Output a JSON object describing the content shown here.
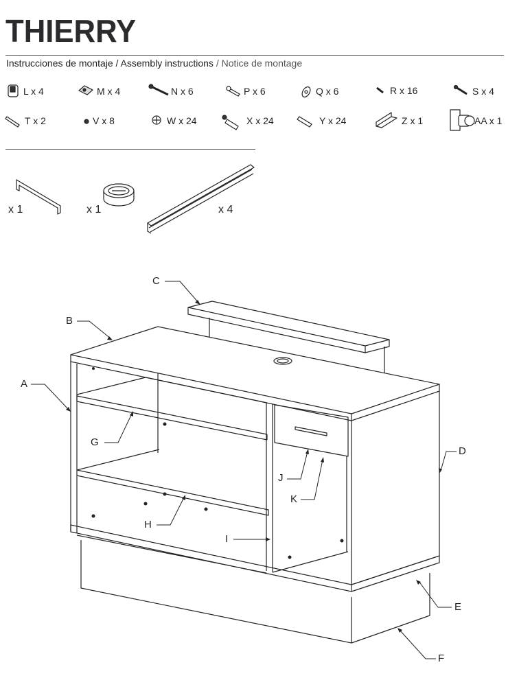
{
  "header": {
    "title": "THIERRY",
    "subtitle_es": "Instrucciones de montaje",
    "subtitle_en": "Assembly instructions",
    "subtitle_fr": "Notice de montage",
    "separator": " / "
  },
  "hardware": [
    {
      "id": "L",
      "label": "L x 4",
      "icon": "cam-lock-icon"
    },
    {
      "id": "M",
      "label": "M x 4",
      "icon": "bracket-icon"
    },
    {
      "id": "N",
      "label": "N x 6",
      "icon": "long-screw-icon"
    },
    {
      "id": "P",
      "label": "P x 6",
      "icon": "bolt-icon"
    },
    {
      "id": "Q",
      "label": "Q x 6",
      "icon": "washer-icon"
    },
    {
      "id": "R",
      "label": "R x 16",
      "icon": "short-screw-icon"
    },
    {
      "id": "S",
      "label": "S x 4",
      "icon": "screw-icon"
    },
    {
      "id": "T",
      "label": "T x 2",
      "icon": "handle-screw-icon"
    },
    {
      "id": "V",
      "label": "V x 8",
      "icon": "cap-icon"
    },
    {
      "id": "W",
      "label": "W x 24",
      "icon": "cam-icon"
    },
    {
      "id": "X",
      "label": "X x 24",
      "icon": "cam-pin-icon"
    },
    {
      "id": "Y",
      "label": "Y x 24",
      "icon": "dowel-icon"
    },
    {
      "id": "Z",
      "label": "Z x 1",
      "icon": "angle-bracket-icon"
    },
    {
      "id": "AA",
      "label": "AA x 1",
      "icon": "lock-icon"
    }
  ],
  "accessories": [
    {
      "label": "x 1",
      "icon": "handle-icon"
    },
    {
      "label": "x 1",
      "icon": "grommet-icon"
    },
    {
      "label": "x 4",
      "icon": "drawer-slide-icon"
    }
  ],
  "parts": {
    "A": "A",
    "B": "B",
    "C": "C",
    "D": "D",
    "E": "E",
    "F": "F",
    "G": "G",
    "H": "H",
    "I": "I",
    "J": "J",
    "K": "K"
  }
}
